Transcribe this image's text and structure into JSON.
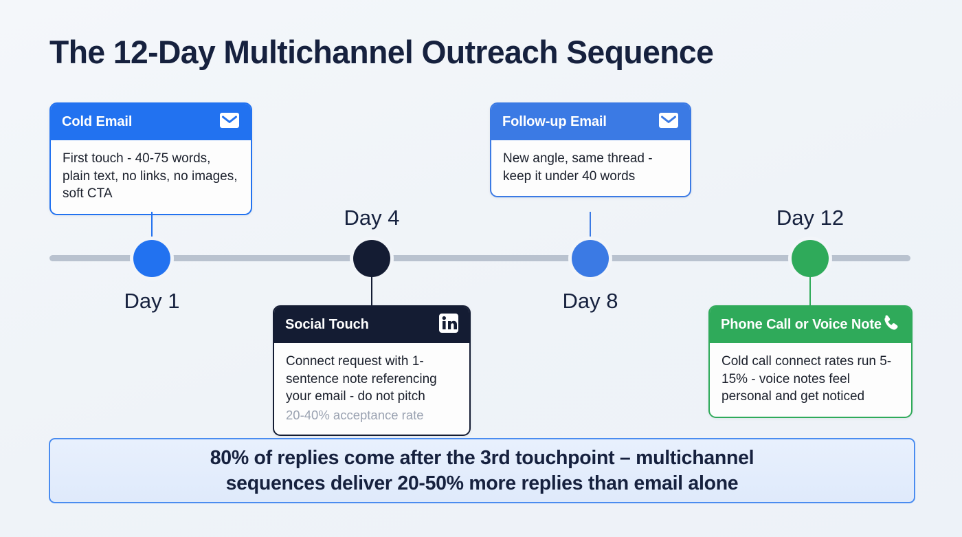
{
  "page": {
    "title": "The 12-Day Multichannel Outreach Sequence",
    "background_color": "#f1f5f9"
  },
  "timeline": {
    "bar_color": "#b9c2cf",
    "nodes": [
      {
        "day_label": "Day 1",
        "color": "#2272f0",
        "position": "above-card"
      },
      {
        "day_label": "Day 4",
        "color": "#141c33",
        "position": "below-card"
      },
      {
        "day_label": "Day 8",
        "color": "#3b7ae4",
        "position": "above-card"
      },
      {
        "day_label": "Day 12",
        "color": "#2faa5a",
        "position": "below-card"
      }
    ]
  },
  "cards": [
    {
      "id": "cold-email",
      "header": "Cold Email",
      "icon": "envelope-icon",
      "body": "First touch - 40-75 words, plain text, no links, no images, soft CTA",
      "sub": "",
      "accent": "#2272f0"
    },
    {
      "id": "social-touch",
      "header": "Social Touch",
      "icon": "linkedin-icon",
      "body": "Connect request with 1-sentence note referencing your email - do not pitch",
      "sub": "20-40% acceptance rate",
      "accent": "#141c33"
    },
    {
      "id": "follow-up-email",
      "header": "Follow-up Email",
      "icon": "envelope-icon",
      "body": "New angle, same thread - keep it under 40 words",
      "sub": "",
      "accent": "#3b7ae4"
    },
    {
      "id": "phone-call",
      "header": "Phone Call or Voice Note",
      "icon": "phone-icon",
      "body": "Cold call connect rates run 5-15% - voice notes feel personal and get noticed",
      "sub": "",
      "accent": "#2faa5a"
    }
  ],
  "banner": {
    "line1": "80% of replies come after the 3rd touchpoint – multichannel",
    "line2": "sequences deliver 20-50% more replies than email alone",
    "border_color": "#4a8cf0"
  }
}
